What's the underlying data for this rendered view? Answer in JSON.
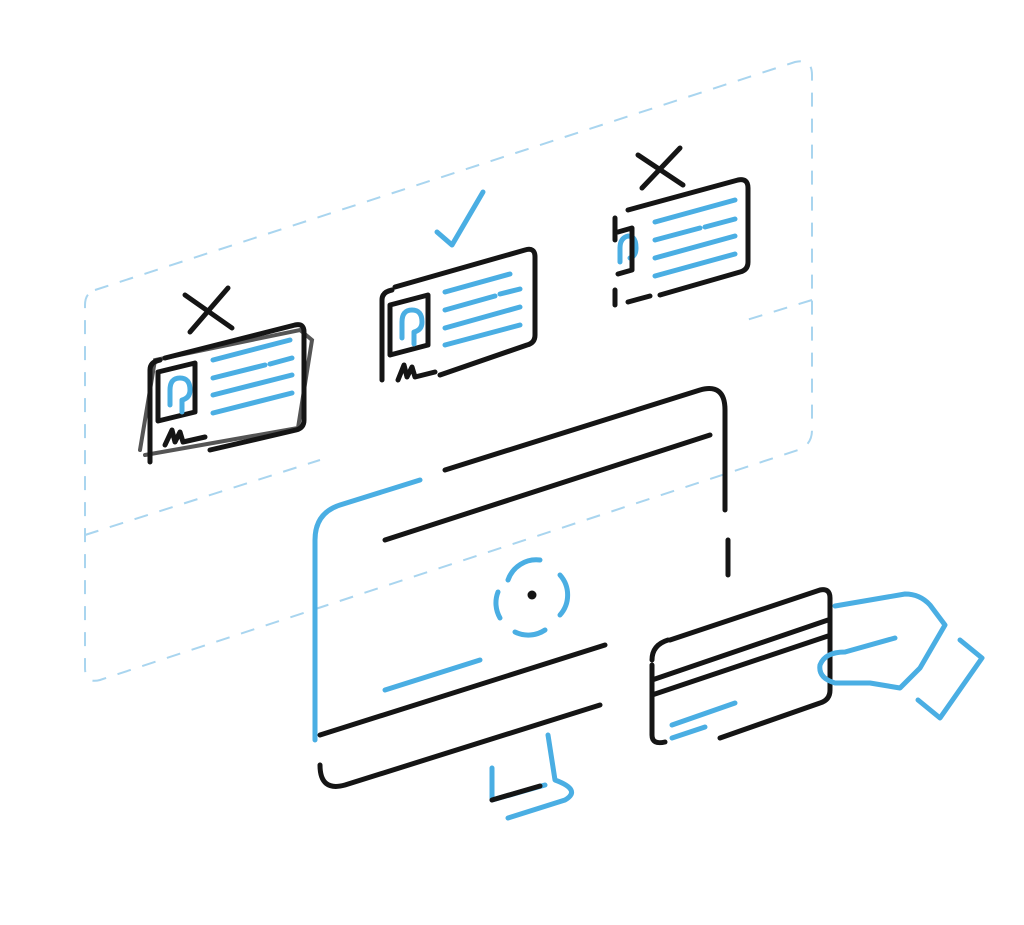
{
  "colors": {
    "outline": "#151515",
    "accent": "#4aaee3",
    "dashed_panel": "#a9d5ef",
    "shadow": "#555555",
    "background": "#ffffff"
  },
  "cards": [
    {
      "status": "rejected",
      "mark": "cross-icon"
    },
    {
      "status": "accepted",
      "mark": "check-icon"
    },
    {
      "status": "rejected",
      "mark": "cross-icon"
    }
  ]
}
